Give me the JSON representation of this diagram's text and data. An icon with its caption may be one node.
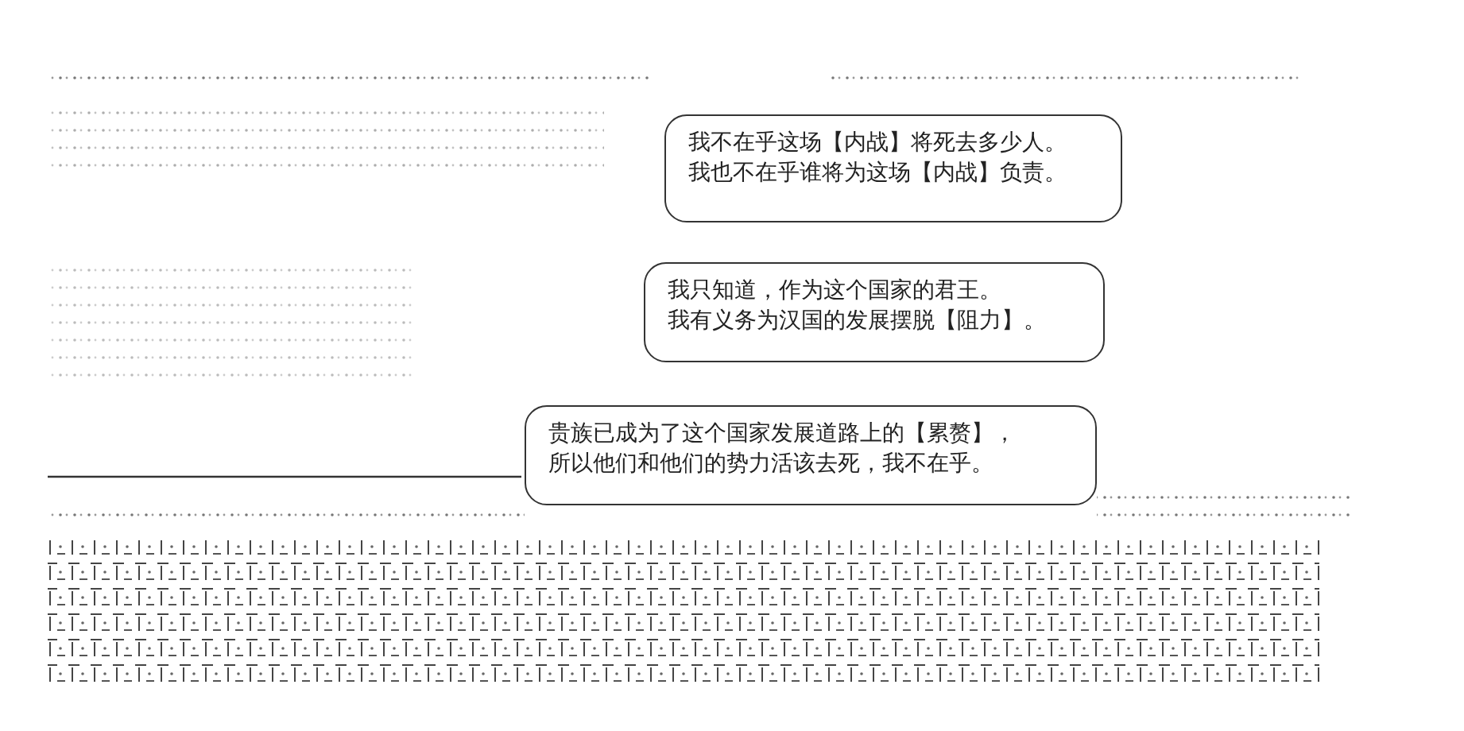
{
  "diagram": {
    "nodes": [
      {
        "text": [
          "我不在乎这场【内战】将死去多少人。",
          "我也不在乎谁将为这场【内战】负责。"
        ]
      },
      {
        "text": [
          "我只知道，作为这个国家的君王。",
          "我有义务为汉国的发展摆脱【阻力】。"
        ]
      },
      {
        "text": [
          "贵族已成为了这个国家发展道路上的【累赘】，",
          "所以他们和他们的势力活该去死，我不在乎。"
        ]
      }
    ]
  }
}
